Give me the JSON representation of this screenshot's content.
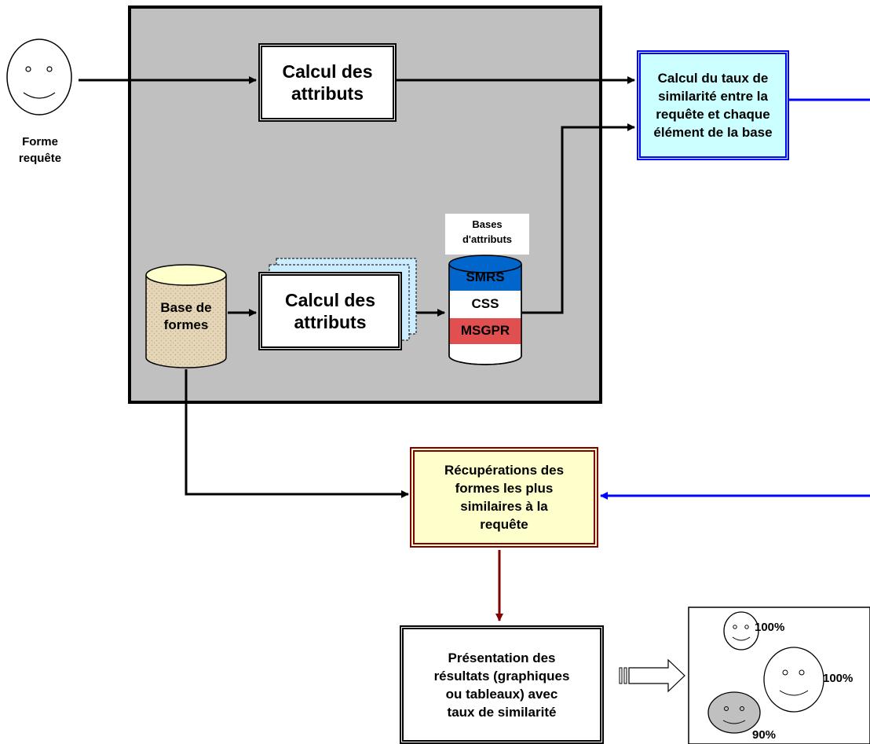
{
  "query": {
    "caption_line1": "Forme",
    "caption_line2": "requête"
  },
  "top_process": {
    "line1": "Calcul des",
    "line2": "attributs"
  },
  "bottom_process": {
    "line1": "Calcul des",
    "line2": "attributs"
  },
  "shape_db": {
    "line1": "Base de",
    "line2": "formes"
  },
  "attr_db": {
    "title_line1": "Bases",
    "title_line2": "d'attributs",
    "layers": [
      "SMRS",
      "CSS",
      "MSGPR"
    ]
  },
  "similarity": {
    "lines": [
      "Calcul du taux de",
      "similarité entre la",
      "requête et chaque",
      "élément de la base"
    ]
  },
  "retrieval": {
    "lines": [
      "Récupérations des",
      "formes les plus",
      "similaires à la",
      "requête"
    ]
  },
  "presentation": {
    "lines": [
      "Présentation des",
      "résultats (graphiques",
      "ou tableaux) avec",
      "taux de similarité"
    ]
  },
  "results": {
    "scores": [
      "100%",
      "100%",
      "90%"
    ]
  },
  "colors": {
    "panel_bg": "#c0c0c0",
    "similarity_bg": "#ccffff",
    "similarity_border": "#0000ff",
    "retrieval_bg": "#ffffcc",
    "retrieval_border": "#7f0000",
    "smrs": "#0066cc",
    "msgpr": "#e05050",
    "cylinder_tan": "#e0d0b0"
  }
}
